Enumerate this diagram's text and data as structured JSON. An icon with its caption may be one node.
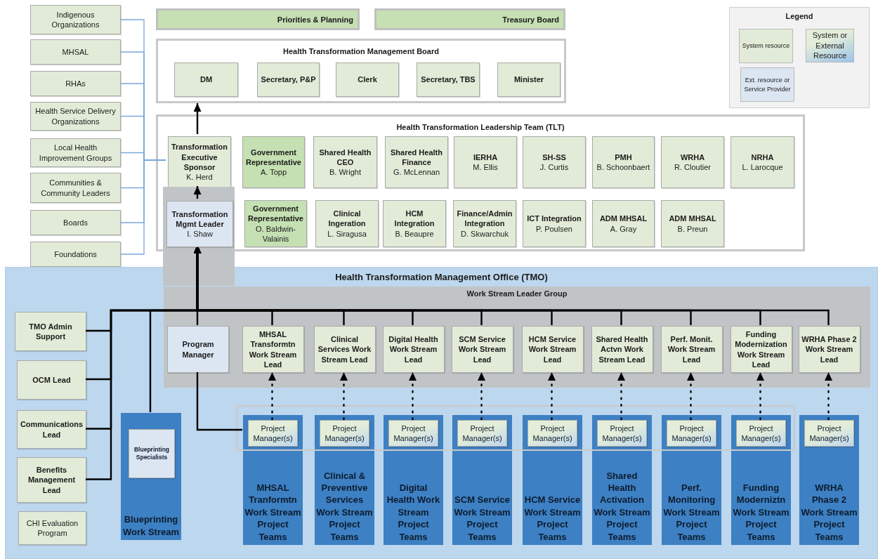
{
  "diagram": {
    "nodes": [
      {
        "text": [
          "Indigenous Organizations"
        ]
      },
      {
        "text": [
          "MHSAL"
        ]
      },
      {
        "text": [
          "RHAs"
        ]
      },
      {
        "text": [
          "Health Service Delivery Organizations"
        ]
      },
      {
        "text": [
          "Local Health Improvement Groups"
        ]
      },
      {
        "text": [
          "Communities & Community Leaders"
        ]
      },
      {
        "text": [
          "Boards"
        ]
      },
      {
        "text": [
          "Foundations"
        ]
      },
      {
        "text": [
          "Priorities & Planning"
        ]
      },
      {
        "text": [
          "Treasury Board"
        ]
      },
      {
        "text": [
          "Health Transformation Management Board"
        ]
      },
      {
        "text": [
          "DM"
        ],
        "in": 10
      },
      {
        "text": [
          "Secretary, P&P"
        ],
        "in": 10
      },
      {
        "text": [
          "Clerk"
        ],
        "in": 10
      },
      {
        "text": [
          "Secretary, TBS"
        ],
        "in": 10
      },
      {
        "text": [
          "Minister"
        ],
        "in": 10
      },
      {
        "text": [
          "Health Transformation Leadership Team (TLT)"
        ]
      },
      {
        "text": [
          "Transformation Executive Sponsor",
          "K. Herd"
        ],
        "in": 16
      },
      {
        "text": [
          "Government Representative",
          "A. Topp"
        ],
        "in": 16
      },
      {
        "text": [
          "Shared Health CEO",
          "B. Wright"
        ],
        "in": 16
      },
      {
        "text": [
          "Shared Health Finance",
          "G. McLennan"
        ],
        "in": 16
      },
      {
        "text": [
          "IERHA",
          "M. Ellis"
        ],
        "in": 16
      },
      {
        "text": [
          "SH-SS",
          "J. Curtis"
        ],
        "in": 16
      },
      {
        "text": [
          "PMH",
          "B. Schoonbaert"
        ],
        "in": 16
      },
      {
        "text": [
          "WRHA",
          "R. Cloutier"
        ],
        "in": 16
      },
      {
        "text": [
          "NRHA",
          "L. Larocque"
        ],
        "in": 16
      },
      {
        "text": [
          "Transformation Mgmt Leader",
          "I. Shaw"
        ],
        "in": 16
      },
      {
        "text": [
          "Government Representative",
          "O. Baldwin-Valainis"
        ],
        "in": 16
      },
      {
        "text": [
          "Clinical Ingeration",
          "L. Siragusa"
        ],
        "in": 16
      },
      {
        "text": [
          "HCM Integration",
          "B. Beaupre"
        ],
        "in": 16
      },
      {
        "text": [
          "Finance/Admin Integration",
          "D. Skwarchuk"
        ],
        "in": 16
      },
      {
        "text": [
          "ICT Integration",
          "P. Poulsen"
        ],
        "in": 16
      },
      {
        "text": [
          "ADM MHSAL",
          "A. Gray"
        ],
        "in": 16
      },
      {
        "text": [
          "ADM MHSAL",
          "B. Preun"
        ],
        "in": 16
      },
      {
        "text": [
          "Health Transformation Management Office (TMO)"
        ]
      },
      {
        "text": [
          "Work Stream Leader Group"
        ],
        "in": 34
      },
      {
        "text": [
          "TMO Admin Support"
        ],
        "in": 34
      },
      {
        "text": [
          "OCM Lead"
        ],
        "in": 34
      },
      {
        "text": [
          "Communications Lead"
        ],
        "in": 34
      },
      {
        "text": [
          "Benefits Management Lead"
        ],
        "in": 34
      },
      {
        "text": [
          "CHI Evaluation Program"
        ],
        "in": 34
      },
      {
        "text": [
          "Blueprinting Work Stream"
        ],
        "in": 34
      },
      {
        "text": [
          "Blueprinting Specialists"
        ],
        "in": 41
      },
      {
        "text": [
          "Program Manager"
        ],
        "in": 35
      },
      {
        "text": [
          "MHSAL Transformtn Work Stream Lead"
        ],
        "in": 35
      },
      {
        "text": [
          "Clinical Services Work Stream Lead"
        ],
        "in": 35
      },
      {
        "text": [
          "Digital Health Work Stream Lead"
        ],
        "in": 35
      },
      {
        "text": [
          "SCM Service Work Stream Lead"
        ],
        "in": 35
      },
      {
        "text": [
          "HCM Service Work Stream Lead"
        ],
        "in": 35
      },
      {
        "text": [
          "Shared Health Actvn Work Stream Lead"
        ],
        "in": 35
      },
      {
        "text": [
          "Perf. Monit. Work Stream Lead"
        ],
        "in": 35
      },
      {
        "text": [
          "Funding Modernization Work Stream Lead"
        ],
        "in": 35
      },
      {
        "text": [
          "WRHA Phase 2 Work Stream Lead"
        ],
        "in": 35
      },
      {
        "text": [
          "MHSAL Tranformtn Work Stream Project Teams"
        ],
        "in": 34
      },
      {
        "text": [
          "Project Manager(s)"
        ],
        "in": 53
      },
      {
        "text": [
          "Clinical & Preventive Services Work Stream Project Teams"
        ],
        "in": 34
      },
      {
        "text": [
          "Project Manager(s)"
        ],
        "in": 55
      },
      {
        "text": [
          "Digital Health Work Stream Project Teams"
        ],
        "in": 34
      },
      {
        "text": [
          "Project Manager(s)"
        ],
        "in": 57
      },
      {
        "text": [
          "SCM Service Work Stream Project Teams"
        ],
        "in": 34
      },
      {
        "text": [
          "Project Manager(s)"
        ],
        "in": 59
      },
      {
        "text": [
          "HCM Service Work Stream Project Teams"
        ],
        "in": 34
      },
      {
        "text": [
          "Project Manager(s)"
        ],
        "in": 61
      },
      {
        "text": [
          "Shared Health Activation Work Stream Project Teams"
        ],
        "in": 34
      },
      {
        "text": [
          "Project Manager(s)"
        ],
        "in": 63
      },
      {
        "text": [
          "Perf. Monitoring Work Stream Project Teams"
        ],
        "in": 34
      },
      {
        "text": [
          "Project Manager(s)"
        ],
        "in": 65
      },
      {
        "text": [
          "Funding Moderniztn Work Stream Project Teams"
        ],
        "in": 34
      },
      {
        "text": [
          "Project Manager(s)"
        ],
        "in": 67
      },
      {
        "text": [
          "WRHA Phase 2 Work Stream Project Teams"
        ],
        "in": 34
      },
      {
        "text": [
          "Project Manager(s)"
        ],
        "in": 69
      }
    ],
    "edges": [
      {
        "from": 0,
        "to": 17,
        "arrow": "none",
        "color": "#7ba7d9"
      },
      {
        "from": 1,
        "to": 17,
        "arrow": "none",
        "color": "#7ba7d9"
      },
      {
        "from": 2,
        "to": 17,
        "arrow": "none",
        "color": "#7ba7d9"
      },
      {
        "from": 3,
        "to": 17,
        "arrow": "none",
        "color": "#7ba7d9"
      },
      {
        "from": 4,
        "to": 17,
        "arrow": "none",
        "color": "#7ba7d9"
      },
      {
        "from": 5,
        "to": 17,
        "arrow": "none",
        "color": "#7ba7d9"
      },
      {
        "from": 6,
        "to": 17,
        "arrow": "none",
        "color": "#7ba7d9"
      },
      {
        "from": 7,
        "to": 17,
        "arrow": "none",
        "color": "#7ba7d9"
      },
      {
        "from": 17,
        "to": 10,
        "arrow": "to"
      },
      {
        "from": 26,
        "to": 17,
        "arrow": "to"
      },
      {
        "from": 36,
        "to": 26,
        "arrow": "to"
      },
      {
        "from": 37,
        "to": 26,
        "arrow": "to"
      },
      {
        "from": 38,
        "to": 26,
        "arrow": "to"
      },
      {
        "from": 39,
        "to": 26,
        "arrow": "to"
      },
      {
        "from": 41,
        "to": 26,
        "arrow": "to"
      },
      {
        "from": 43,
        "to": 26,
        "arrow": "to"
      },
      {
        "from": 44,
        "to": 26,
        "arrow": "to"
      },
      {
        "from": 45,
        "to": 26,
        "arrow": "to"
      },
      {
        "from": 46,
        "to": 26,
        "arrow": "to"
      },
      {
        "from": 47,
        "to": 26,
        "arrow": "to"
      },
      {
        "from": 48,
        "to": 26,
        "arrow": "to"
      },
      {
        "from": 49,
        "to": 26,
        "arrow": "to"
      },
      {
        "from": 50,
        "to": 26,
        "arrow": "to"
      },
      {
        "from": 51,
        "to": 26,
        "arrow": "to"
      },
      {
        "from": 52,
        "to": 26,
        "arrow": "to"
      },
      {
        "from": 43,
        "to": 53,
        "arrow": "none"
      },
      {
        "from": 54,
        "to": 44,
        "arrow": "to",
        "style": "dashed"
      },
      {
        "from": 56,
        "to": 45,
        "arrow": "to",
        "style": "dashed"
      },
      {
        "from": 58,
        "to": 46,
        "arrow": "to",
        "style": "dashed"
      },
      {
        "from": 60,
        "to": 47,
        "arrow": "to",
        "style": "dashed"
      },
      {
        "from": 62,
        "to": 48,
        "arrow": "to",
        "style": "dashed"
      },
      {
        "from": 64,
        "to": 49,
        "arrow": "to",
        "style": "dashed"
      },
      {
        "from": 66,
        "to": 50,
        "arrow": "to",
        "style": "dashed"
      },
      {
        "from": 68,
        "to": 51,
        "arrow": "to",
        "style": "dashed"
      },
      {
        "from": 70,
        "to": 52,
        "arrow": "to",
        "style": "dashed"
      }
    ],
    "labels": [
      "Legend"
    ],
    "legend": [
      {
        "text": "System resource",
        "color": "#e2ebd7"
      },
      {
        "text": "System or External Resource"
      },
      {
        "text": "Ext. resource or Service Provider",
        "color": "#dce6f2"
      }
    ]
  }
}
